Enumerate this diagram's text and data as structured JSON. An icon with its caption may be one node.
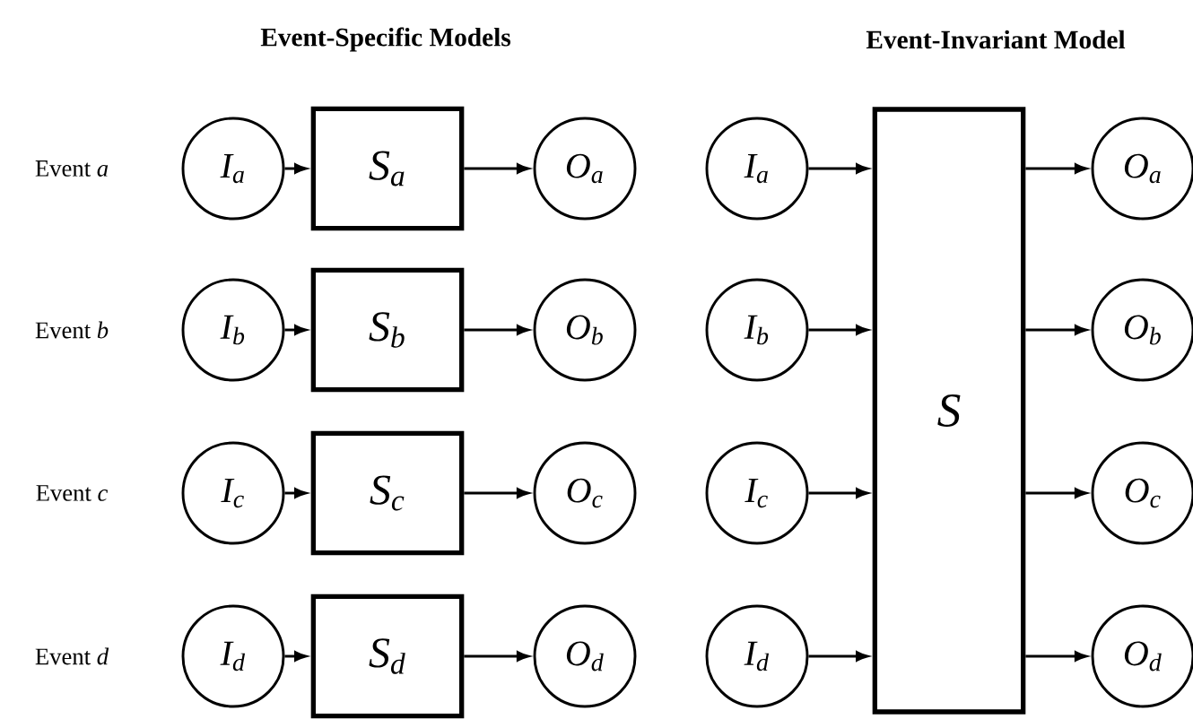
{
  "diagram": {
    "nodes": [
      {
        "text": [
          "I$_{a}$"
        ]
      },
      {
        "text": [
          "S$_{a}$"
        ]
      },
      {
        "text": [
          "O$_{a}$"
        ]
      },
      {
        "text": [
          "I$_{b}$"
        ]
      },
      {
        "text": [
          "S$_{b}$"
        ]
      },
      {
        "text": [
          "O$_{b}$"
        ]
      },
      {
        "text": [
          "I$_{c}$"
        ]
      },
      {
        "text": [
          "S$_{c}$"
        ]
      },
      {
        "text": [
          "O$_{c}$"
        ]
      },
      {
        "text": [
          "I$_{d}$"
        ]
      },
      {
        "text": [
          "S$_{d}$"
        ]
      },
      {
        "text": [
          "O$_{d}$"
        ]
      },
      {
        "text": [
          "I$_{a}$"
        ]
      },
      {
        "text": [
          "I$_{b}$"
        ]
      },
      {
        "text": [
          "I$_{c}$"
        ]
      },
      {
        "text": [
          "I$_{d}$"
        ]
      },
      {
        "text": [
          "S"
        ]
      },
      {
        "text": [
          "O$_{a}$"
        ]
      },
      {
        "text": [
          "O$_{b}$"
        ]
      },
      {
        "text": [
          "O$_{c}$"
        ]
      },
      {
        "text": [
          "O$_{d}$"
        ]
      }
    ],
    "edges": [
      {
        "from": 0,
        "to": 1,
        "arrow": "to"
      },
      {
        "from": 1,
        "to": 2,
        "arrow": "to"
      },
      {
        "from": 3,
        "to": 4,
        "arrow": "to"
      },
      {
        "from": 4,
        "to": 5,
        "arrow": "to"
      },
      {
        "from": 6,
        "to": 7,
        "arrow": "to"
      },
      {
        "from": 7,
        "to": 8,
        "arrow": "to"
      },
      {
        "from": 9,
        "to": 10,
        "arrow": "to"
      },
      {
        "from": 10,
        "to": 11,
        "arrow": "to"
      },
      {
        "from": 12,
        "to": 16,
        "arrow": "to"
      },
      {
        "from": 13,
        "to": 16,
        "arrow": "to"
      },
      {
        "from": 14,
        "to": 16,
        "arrow": "to"
      },
      {
        "from": 15,
        "to": 16,
        "arrow": "to"
      },
      {
        "from": 16,
        "to": 17,
        "arrow": "to"
      },
      {
        "from": 16,
        "to": 18,
        "arrow": "to"
      },
      {
        "from": 16,
        "to": 19,
        "arrow": "to"
      },
      {
        "from": 16,
        "to": 20,
        "arrow": "to"
      }
    ],
    "labels": [
      "Event-Specific Models",
      "Event-Invariant Model",
      "Event *a*",
      "Event *b*",
      "Event *c*",
      "Event *d*"
    ]
  }
}
